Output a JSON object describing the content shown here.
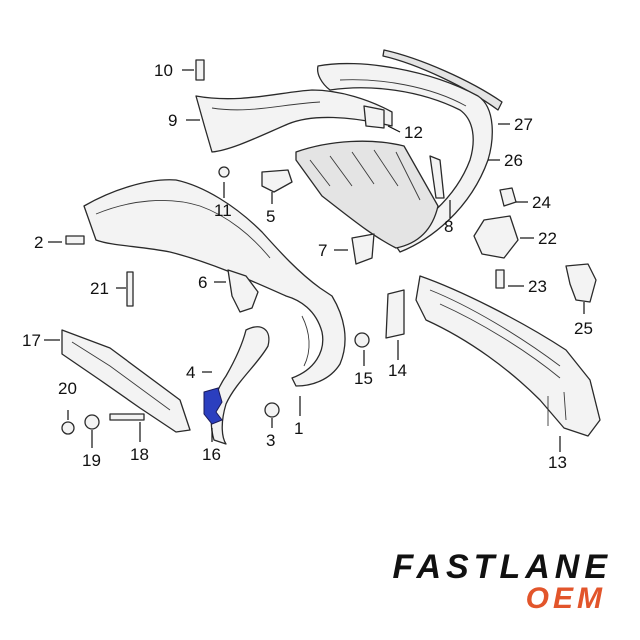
{
  "callouts": {
    "c1": "1",
    "c2": "2",
    "c3": "3",
    "c4": "4",
    "c5": "5",
    "c6": "6",
    "c7": "7",
    "c8": "8",
    "c9": "9",
    "c10": "10",
    "c11": "11",
    "c12": "12",
    "c13": "13",
    "c14": "14",
    "c15": "15",
    "c16": "16",
    "c17": "17",
    "c18": "18",
    "c19": "19",
    "c20": "20",
    "c21": "21",
    "c22": "22",
    "c23": "23",
    "c24": "24",
    "c25": "25",
    "c26": "26",
    "c27": "27"
  },
  "highlight_part": "16",
  "colors": {
    "highlight": "#2b3fbf",
    "line": "#2a2a2a",
    "brand_dark": "#111111",
    "brand_accent": "#e2552b"
  },
  "brand": {
    "name": "FASTLANE",
    "sub": "OEM"
  }
}
